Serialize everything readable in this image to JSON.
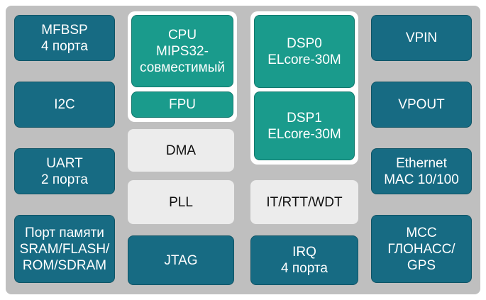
{
  "left_column": [
    {
      "name": "mfbsp-block",
      "label": "MFBSP\n4 порта"
    },
    {
      "name": "i2c-block",
      "label": "I2C"
    },
    {
      "name": "uart-block",
      "label": "UART\n2 порта"
    },
    {
      "name": "memory-port-block",
      "label": "Порт памяти\nSRAM/FLASH/\nROM/SDRAM"
    }
  ],
  "right_column": [
    {
      "name": "vpin-block",
      "label": "VPIN"
    },
    {
      "name": "vpout-block",
      "label": "VPOUT"
    },
    {
      "name": "ethernet-block",
      "label": "Ethernet\nMAC 10/100"
    },
    {
      "name": "mcc-block",
      "label": "MCC\nГЛОНАСС/\nGPS"
    }
  ],
  "cpu": {
    "label": "CPU\nMIPS32-\nсовместимый"
  },
  "fpu": {
    "label": "FPU"
  },
  "dsp0": {
    "label": "DSP0\nELcore-30M"
  },
  "dsp1": {
    "label": "DSP1\nELcore-30M"
  },
  "dma": {
    "label": "DMA"
  },
  "pll": {
    "label": "PLL"
  },
  "timers": {
    "label": "IT/RTT/WDT"
  },
  "jtag": {
    "label": "JTAG"
  },
  "irq": {
    "label": "IRQ\n4 порта"
  },
  "colors": {
    "background": "#bfbfbf",
    "peripheral_block": "#176b83",
    "core_block": "#1a9b8c",
    "service_block": "#ececec"
  }
}
